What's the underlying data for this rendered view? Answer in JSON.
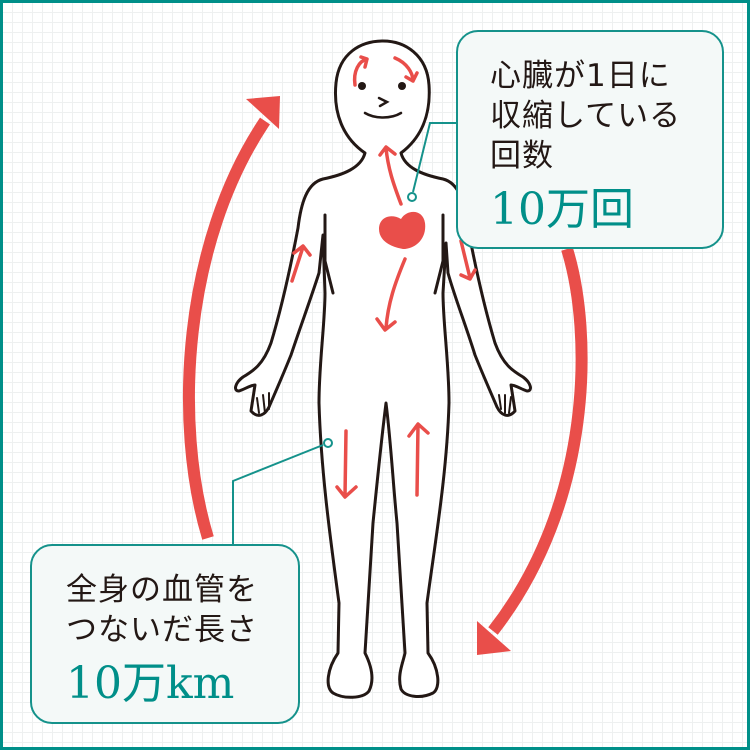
{
  "colors": {
    "border": "#008f89",
    "accent_teal": "#008f89",
    "arrow_red": "#e94e4a",
    "outline": "#231815",
    "callout_bg": "#f4f9f8",
    "grid": "#eef0f0"
  },
  "callouts": {
    "heart": {
      "lines": [
        "心臓が1日に",
        "収縮している",
        "回数"
      ],
      "value": "10万回"
    },
    "vessels": {
      "lines": [
        "全身の血管を",
        "つないだ長さ"
      ],
      "value": "10万km"
    }
  },
  "illustration": {
    "figure": "human-body-outline",
    "organ": "heart-icon",
    "flow_arrows": [
      "head-cw-left",
      "head-cw-right",
      "neck-up",
      "torso-down",
      "left-arm-up",
      "right-arm-down",
      "left-leg-down",
      "right-leg-up"
    ],
    "big_arrows": [
      "circulation-arrow-up-left",
      "circulation-arrow-down-right"
    ]
  }
}
